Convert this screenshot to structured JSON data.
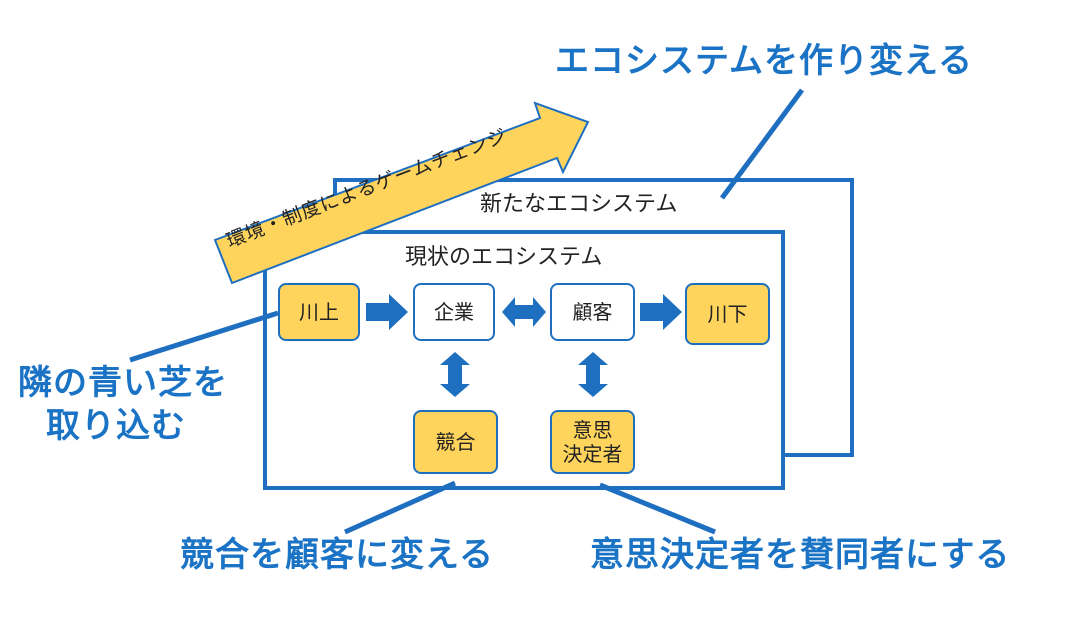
{
  "callouts": {
    "top_right": "エコシステムを作り変える",
    "left": [
      "隣の青い芝を",
      "取り込む"
    ],
    "bottom_left": "競合を顧客に変える",
    "bottom_right": "意思決定者を賛同者にする"
  },
  "frames": {
    "outer_label": "新たなエコシステム",
    "inner_label": "現状のエコシステム"
  },
  "banner": "環境・制度によるゲームチェンジ",
  "nodes": {
    "upstream": "川上",
    "company": "企業",
    "customer": "顧客",
    "downstream": "川下",
    "competitor": "競合",
    "decision_maker": [
      "意思",
      "決定者"
    ]
  },
  "colors": {
    "blue": "#1e6fc0",
    "callout_blue": "#1a73c4",
    "yellow": "#ffd45c",
    "banner_fill": "#ffd45c"
  }
}
